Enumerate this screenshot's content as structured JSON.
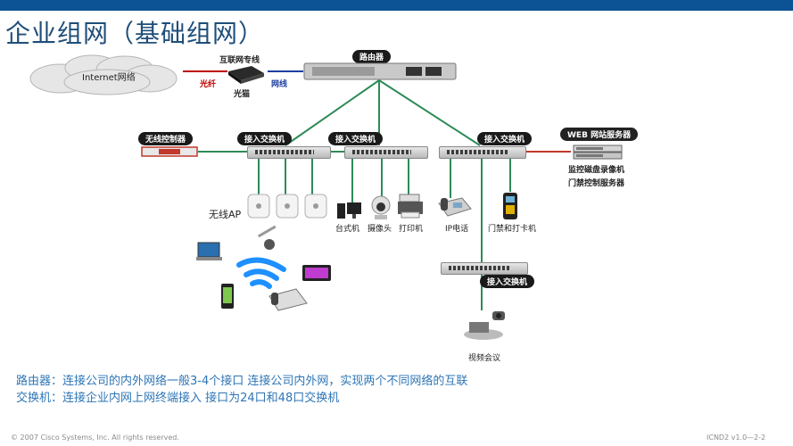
{
  "title": "企业组网（基础组网）",
  "nodes": {
    "internet": "Internet网络",
    "dedicated_line": "互联网专线",
    "fiber": "光纤",
    "modem": "光猫",
    "network_cable": "网线",
    "router": "路由器",
    "wireless_controller": "无线控制器",
    "access_switch_1": "接入交换机",
    "access_switch_2": "接入交换机",
    "access_switch_3": "接入交换机",
    "access_switch_4": "接入交换机",
    "web_server": "WEB 网站服务器",
    "dvr_line1": "监控磁盘录像机",
    "dvr_line2": "门禁控制服务器",
    "wireless_ap": "无线AP",
    "desktop": "台式机",
    "camera": "摄像头",
    "printer": "打印机",
    "ip_phone": "IP电话",
    "access_control": "门禁和打卡机",
    "video_conf": "视频会议"
  },
  "notes": [
    "路由器：连接公司的内外网络一般3-4个接口 连接公司内外网，实现两个不同网络的互联",
    "交换机：连接企业内网上网终端接入  接口为24口和48口交换机"
  ],
  "footer": {
    "copyright": "© 2007 Cisco Systems, Inc. All rights reserved.",
    "course": "ICND2 v1.0—2-2"
  },
  "colors": {
    "link": "#2e8b57",
    "title": "#1f4e79",
    "notes": "#2e75b6",
    "fiber": "#c00000",
    "network_cable": "#1f3f9f"
  }
}
